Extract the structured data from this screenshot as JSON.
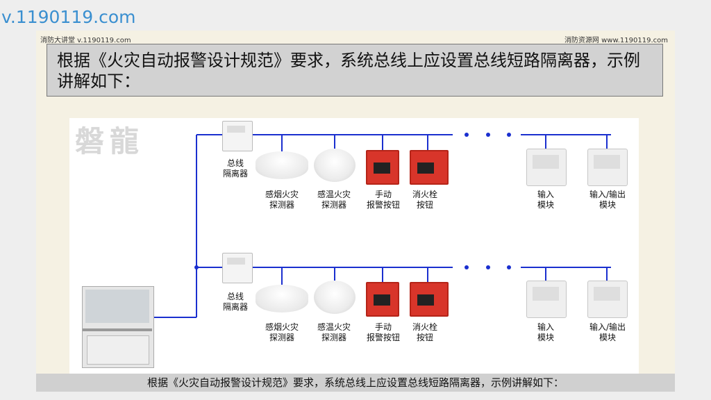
{
  "watermark": "v.1190119.com",
  "header_left": "消防大讲堂 v.1190119.com",
  "header_right": "消防资源网 www.1190119.com",
  "title": "根据《火灾自动报警设计规范》要求，系统总线上应设置总线短路隔离器，示例讲解如下：",
  "logo_text": "磐龍",
  "rows": [
    {
      "isolator": "总线\n隔离器",
      "smoke": "感烟火灾\n探测器",
      "heat": "感温火灾\n探测器",
      "manual": "手动\n报警按钮",
      "hydrant": "消火栓\n按钮",
      "input": "输入\n模块",
      "io": "输入/输出\n模块"
    },
    {
      "isolator": "总线\n隔离器",
      "smoke": "感烟火灾\n探测器",
      "heat": "感温火灾\n探测器",
      "manual": "手动\n报警按钮",
      "hydrant": "消火栓\n按钮",
      "input": "输入\n模块",
      "io": "输入/输出\n模块"
    }
  ],
  "bottom_caption": "根据《火灾自动报警设计规范》要求，系统总线上应设置总线短路隔离器，示例讲解如下：",
  "colors": {
    "bus": "#1a2fcf",
    "title_bg": "#d2d2d2",
    "watermark": "#3a8fd0"
  }
}
